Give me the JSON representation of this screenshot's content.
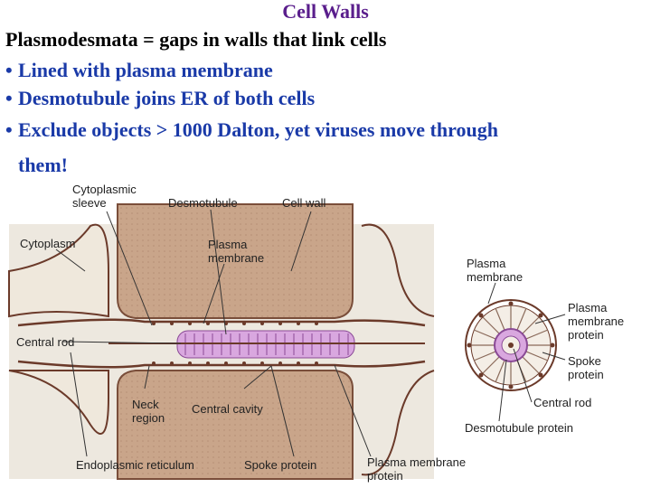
{
  "slide": {
    "title": "Cell Walls",
    "subtitle": "Plasmodesmata = gaps in walls that link cells",
    "bullets": [
      "Lined with plasma membrane",
      "Desmotubule joins ER of both cells",
      "Exclude objects > 1000 Dalton, yet viruses move through",
      "them!"
    ]
  },
  "diagram": {
    "labels": {
      "cytoplasmic_sleeve_1": "Cytoplasmic",
      "cytoplasmic_sleeve_2": "sleeve",
      "desmotubule": "Desmotubule",
      "cell_wall": "Cell wall",
      "cytoplasm": "Cytoplasm",
      "plasma_membrane_1": "Plasma",
      "plasma_membrane_2": "membrane",
      "central_rod": "Central rod",
      "neck_region_1": "Neck",
      "neck_region_2": "region",
      "central_cavity": "Central cavity",
      "endoplasmic_reticulum": "Endoplasmic reticulum",
      "spoke_protein": "Spoke protein",
      "pm_protein_bottom_1": "Plasma membrane",
      "pm_protein_bottom_2": "protein",
      "xs_plasma_membrane_1": "Plasma",
      "xs_plasma_membrane_2": "membrane",
      "xs_pm_protein_1": "Plasma",
      "xs_pm_protein_2": "membrane",
      "xs_pm_protein_3": "protein",
      "xs_spoke_1": "Spoke",
      "xs_spoke_2": "protein",
      "xs_central_rod": "Central rod",
      "xs_desmotubule_protein": "Desmotubule protein"
    },
    "colors": {
      "title": "#5a1e8c",
      "subtitle": "#000000",
      "bullets": "#1a3aa8",
      "wall": "#c9a58a",
      "wall_dark": "#a9826a",
      "cytoplasm": "#e8e3da",
      "membrane": "#6b3a2a",
      "protein": "#c98fd0",
      "protein_dark": "#8a4a96"
    }
  }
}
